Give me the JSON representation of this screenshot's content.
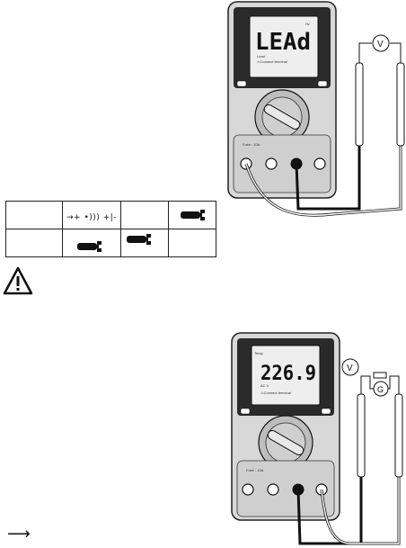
{
  "top_meter": {
    "display_text": "LEAd",
    "status_label": "Lead",
    "warning_text": "⚠Connect terminal",
    "hz_label": "Hz",
    "fuse_label": "Fuse : 10A",
    "voltmeter_symbol": "V"
  },
  "bottom_meter": {
    "display_text": "226.9",
    "unit_label": "AC V",
    "warning_text": "⚠Connect terminal",
    "temp_label": "Temp",
    "fuse_label": "Fuse : 10A",
    "voltmeter_symbol": "V",
    "generator_symbol": "G"
  },
  "table": {
    "row1_symbols": "→+ •))) +|-"
  },
  "arrow_glyph": "⟶",
  "colors": {
    "meter_body": "#d8d8d8",
    "meter_dark": "#2a2a2a",
    "lcd": "#eeeeee"
  }
}
